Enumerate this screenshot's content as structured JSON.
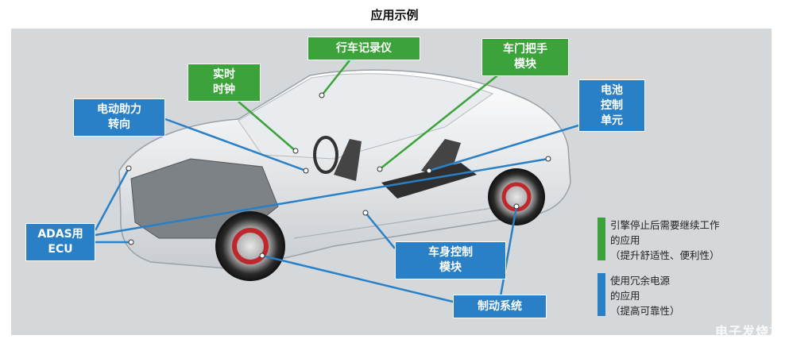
{
  "title": "应用示例",
  "callouts": {
    "recorder": "行车记录仪",
    "door_handle": "车门把手\n模块",
    "rtc": "实时\n时钟",
    "eps": "电动助力\n转向",
    "bms": "电池\n控制\n单元",
    "adas": "ADAS用\nECU",
    "bcm": "车身控制\n模块",
    "brake": "制动系统"
  },
  "legend": {
    "green_text": "引擎停止后需要继续工作\n的应用\n（提升舒适性、便利性）",
    "blue_text": "使用冗余电源\n的应用\n（提高可靠性）"
  },
  "colors": {
    "green": "#3ca33a",
    "blue": "#2a80c6",
    "panel": "#d5d8da"
  },
  "watermark": "电子发烧友"
}
